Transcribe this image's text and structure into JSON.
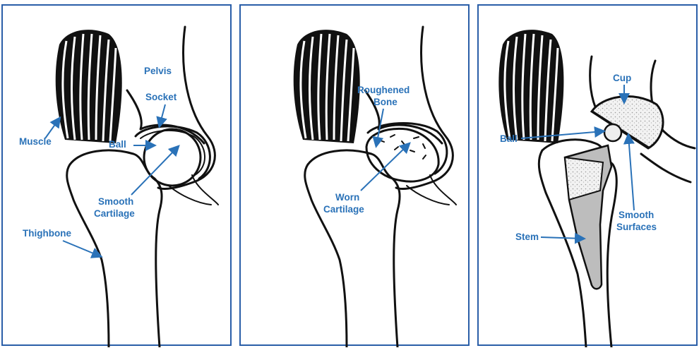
{
  "panels": [
    {
      "id": "normal",
      "labels": {
        "muscle": "Muscle",
        "ball": "Ball",
        "pelvis": "Pelvis",
        "socket": "Socket",
        "cartilage_line1": "Smooth",
        "cartilage_line2": "Cartilage",
        "thighbone": "Thighbone"
      }
    },
    {
      "id": "arthritic",
      "labels": {
        "bone_line1": "Roughened",
        "bone_line2": "Bone",
        "worn_line1": "Worn",
        "worn_line2": "Cartilage"
      }
    },
    {
      "id": "replacement",
      "labels": {
        "cup": "Cup",
        "ball": "Ball",
        "stem": "Stem",
        "surfaces_line1": "Smooth",
        "surfaces_line2": "Surfaces"
      }
    }
  ],
  "colors": {
    "border": "#2a5ea8",
    "label": "#2a72b8",
    "implant": "#bdbdbd"
  }
}
